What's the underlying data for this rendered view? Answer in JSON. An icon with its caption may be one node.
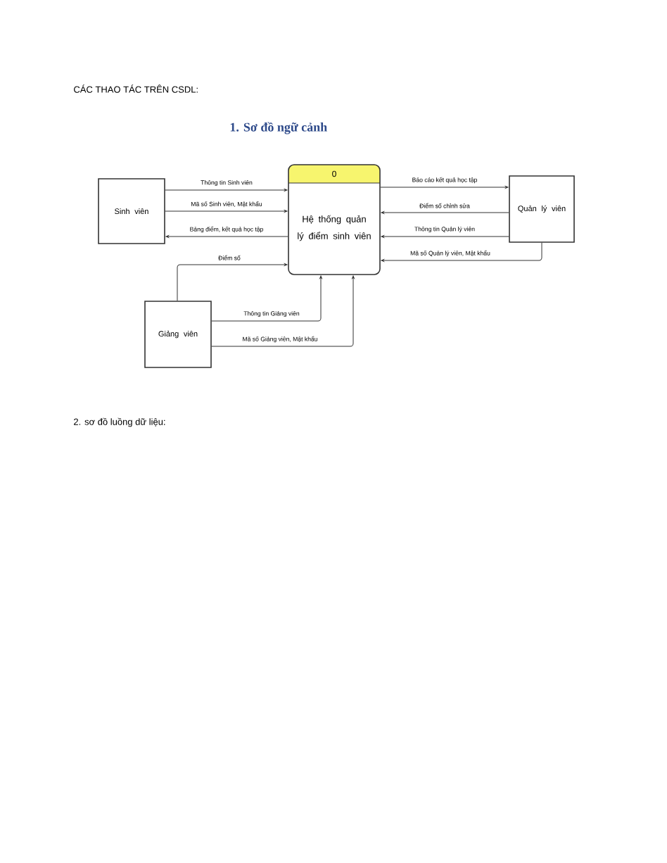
{
  "diagram": {
    "nodes": [
      {
        "text": [
          "Sinh viên"
        ]
      },
      {
        "text": [
          "0",
          "Hệ thống quản lý điểm sinh viên"
        ]
      },
      {
        "text": [
          "Quản lý viên"
        ]
      },
      {
        "text": [
          "Giảng viên"
        ]
      }
    ],
    "edges": [
      {
        "from": 0,
        "to": 1,
        "arrow": "to",
        "label": "Thông tin Sinh viên"
      },
      {
        "from": 0,
        "to": 1,
        "arrow": "to",
        "label": "Mã số Sinh viên, Mật khẩu"
      },
      {
        "from": 1,
        "to": 0,
        "arrow": "to",
        "label": "Bảng điểm, kết quả học tập"
      },
      {
        "from": 3,
        "to": 1,
        "arrow": "to",
        "label": "Điểm số"
      },
      {
        "from": 3,
        "to": 1,
        "arrow": "to",
        "label": "Thông tin Giảng viên"
      },
      {
        "from": 3,
        "to": 1,
        "arrow": "to",
        "label": "Mã số Giảng viên, Mật khẩu"
      },
      {
        "from": 1,
        "to": 2,
        "arrow": "to",
        "label": "Báo cáo kết quả học tập"
      },
      {
        "from": 2,
        "to": 1,
        "arrow": "to",
        "label": "Điểm số chỉnh sửa"
      },
      {
        "from": 2,
        "to": 1,
        "arrow": "to",
        "label": "Thông tin Quản lý viên"
      },
      {
        "from": 2,
        "to": 1,
        "arrow": "to",
        "label": "Mã số Quản lý viên, Mật khẩu"
      }
    ],
    "labels": [
      "CÁC THAO TÁC TRÊN CSDL:",
      "1. Sơ đồ ngữ cảnh",
      "2. sơ đồ luồng dữ liệu:"
    ]
  }
}
